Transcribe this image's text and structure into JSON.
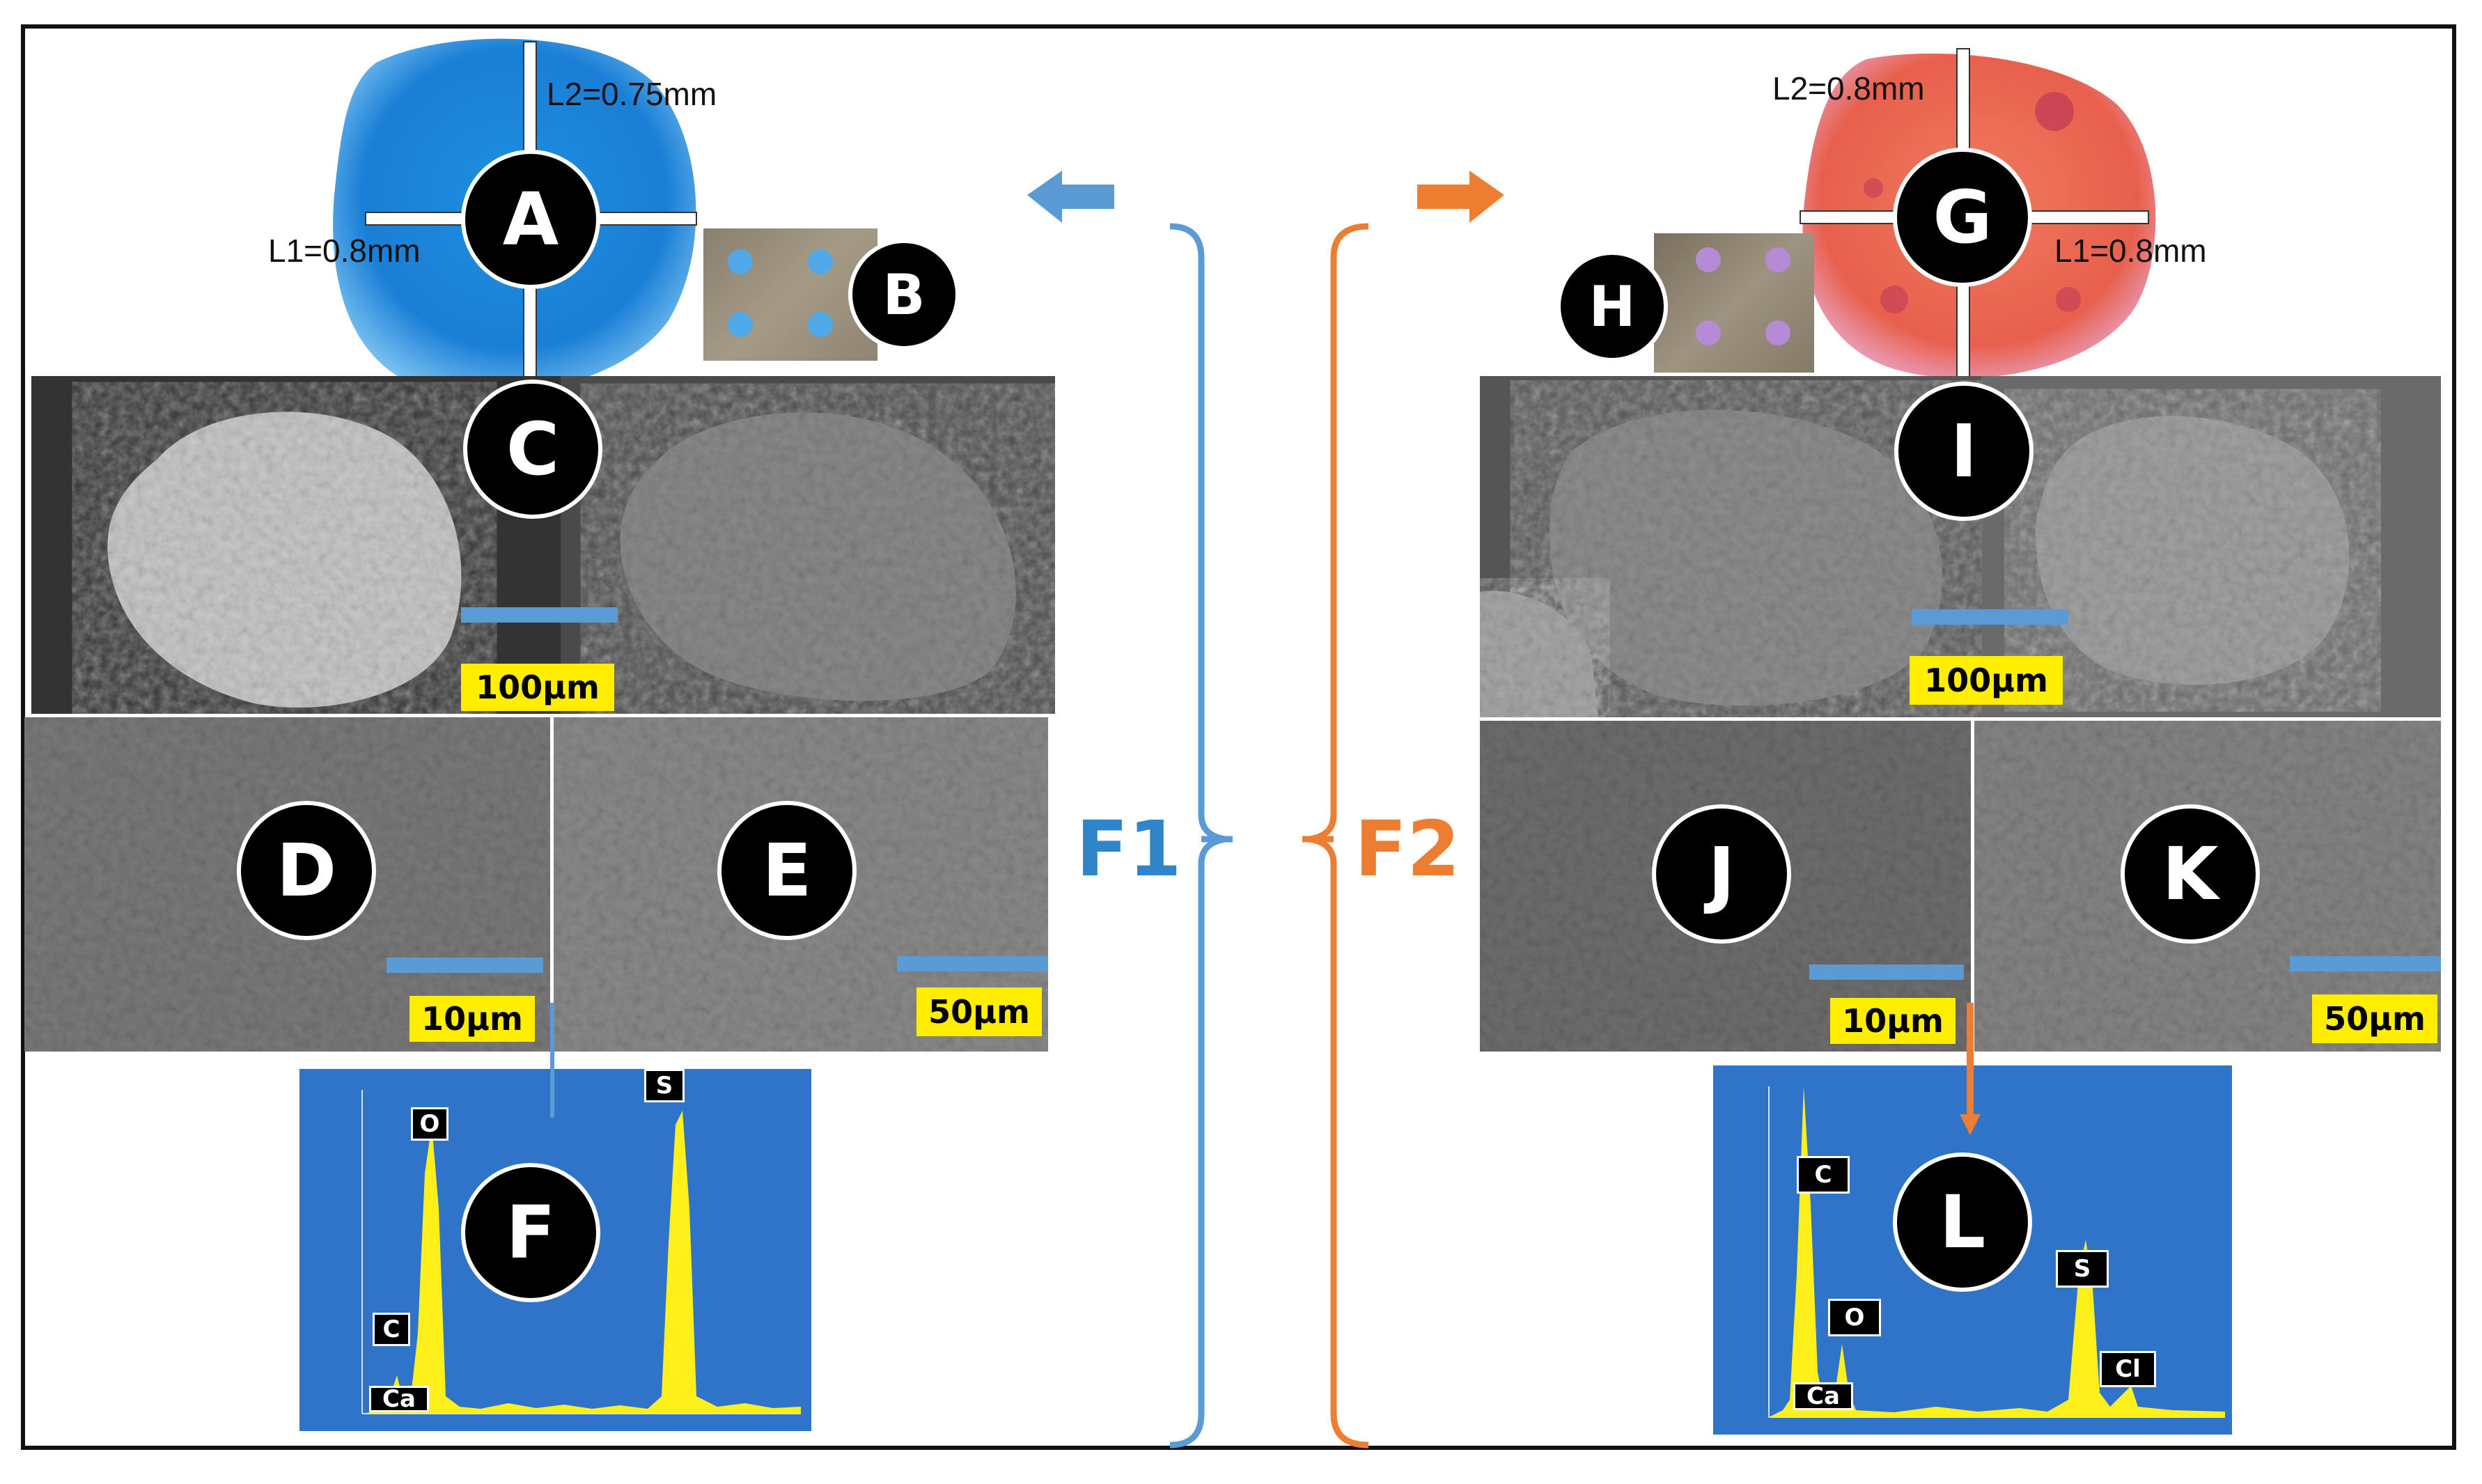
{
  "figure": {
    "group_labels": {
      "f1": "F1",
      "f2": "F2"
    },
    "colors": {
      "f1": "#5b9bd5",
      "f2": "#ed7d31",
      "scale_label_bg": "#ffee00",
      "badge": "#000000"
    },
    "f1": {
      "bead_color": "#1e8fe0",
      "bead_dims": {
        "l1": "L1=0.8mm",
        "l2": "L2=0.75mm"
      },
      "panels": {
        "a": "A",
        "b": "B",
        "c": "C",
        "d": "D",
        "e": "E",
        "f": "F"
      },
      "scales": {
        "c": "100μm",
        "d": "10μm",
        "e": "50μm"
      },
      "edx_peaks": {
        "c": "C",
        "ca": "Ca",
        "o": "O",
        "s": "S"
      }
    },
    "f2": {
      "bead_color": "#f07a5e",
      "bead_dims": {
        "l1": "L1=0.8mm",
        "l2": "L2=0.8mm"
      },
      "panels": {
        "g": "G",
        "h": "H",
        "i": "I",
        "j": "J",
        "k": "K",
        "l": "L"
      },
      "scales": {
        "i": "100μm",
        "j": "10μm",
        "k": "50μm"
      },
      "edx_peaks": {
        "c": "C",
        "ca": "Ca",
        "o": "O",
        "s": "S",
        "cl": "Cl"
      }
    }
  }
}
